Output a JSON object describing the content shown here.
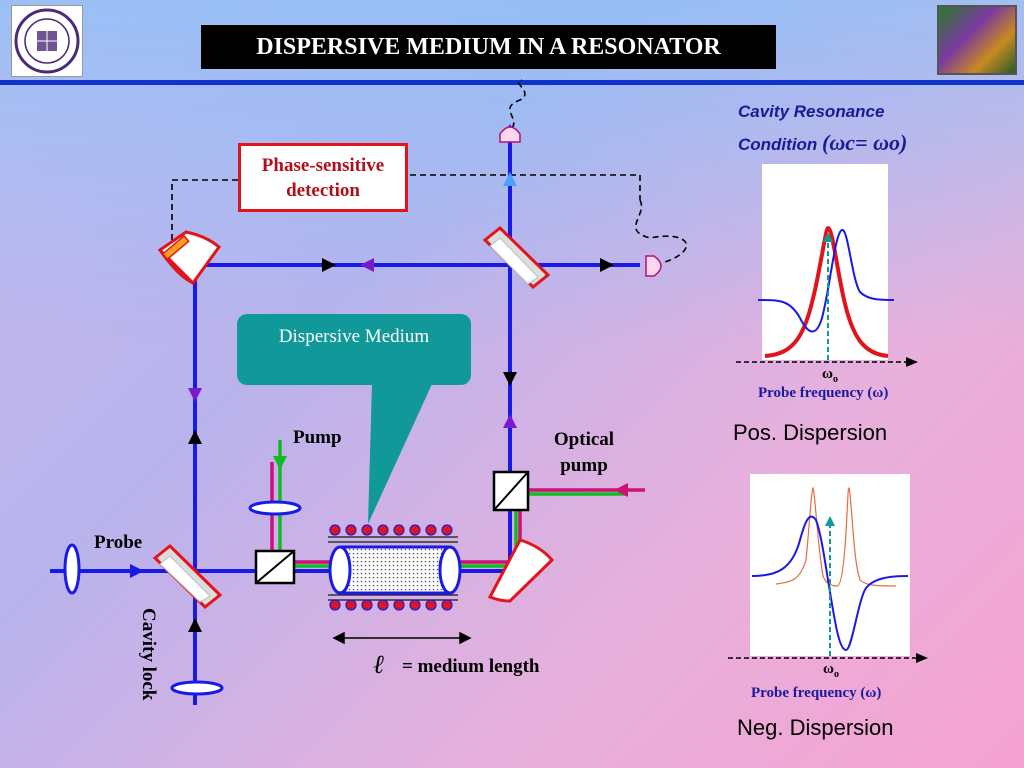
{
  "title": "DISPERSIVE MEDIUM IN A RESONATOR",
  "detection_box": {
    "line1": "Phase-sensitive",
    "line2": "detection"
  },
  "medium_callout": "Dispersive Medium",
  "labels": {
    "pump": "Pump",
    "optical_pump_line1": "Optical",
    "optical_pump_line2": "pump",
    "probe": "Probe",
    "cavity_lock_line1": "Cavity",
    "cavity_lock_line2": "lock",
    "ell": "ℓ",
    "medium_length": "= medium length"
  },
  "cavity_condition": {
    "line1": "Cavity Resonance",
    "line2": "Condition",
    "formula": "(ωc= ωo)"
  },
  "pos_plot": {
    "omega": "ω",
    "sub": "o",
    "xlabel": "Probe frequency (ω)",
    "caption": "Pos. Dispersion"
  },
  "neg_plot": {
    "omega": "ω",
    "sub": "o",
    "xlabel": "Probe frequency (ω)",
    "caption": "Neg. Dispersion"
  },
  "colors": {
    "beam": "#1a1ae6",
    "pump": "#cc1177",
    "green": "#11bb22",
    "red": "#e2141b",
    "teal": "#119999",
    "title_bar": "#1133cc"
  }
}
